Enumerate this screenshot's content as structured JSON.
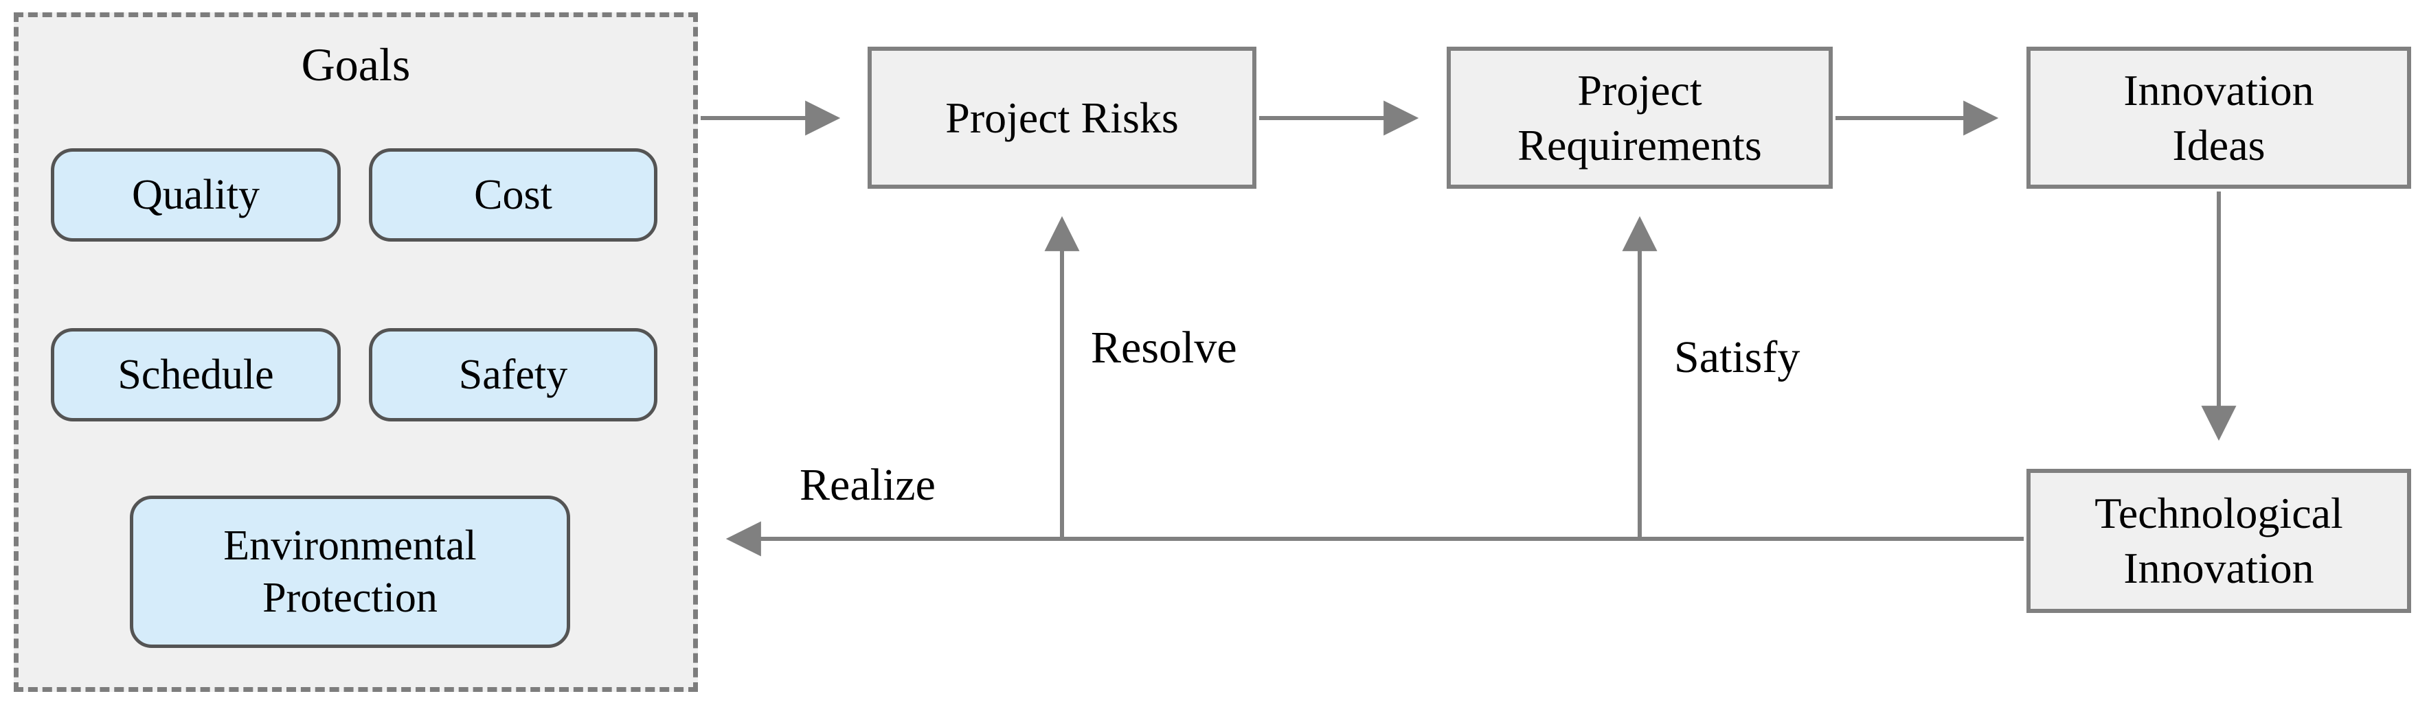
{
  "diagram_title": "Goals / Project Risks / Innovation cycle diagram",
  "colors": {
    "background": "#ffffff",
    "panel_fill": "#f0f0f0",
    "panel_dash_border": "#7d7d7d",
    "chip_fill": "#d6ecfa",
    "chip_border": "#545454",
    "node_fill": "#f0f0f0",
    "node_border": "#808080",
    "arrow": "#808080",
    "text": "#000000"
  },
  "goals_panel": {
    "title": "Goals",
    "items": [
      {
        "label": "Quality"
      },
      {
        "label": "Cost"
      },
      {
        "label": "Schedule"
      },
      {
        "label": "Safety"
      },
      {
        "label": "Environmental Protection"
      }
    ]
  },
  "flow_nodes": [
    {
      "id": "project-risks",
      "label": "Project Risks"
    },
    {
      "id": "project-requirements",
      "label": "Project Requirements"
    },
    {
      "id": "innovation-ideas",
      "label": "Innovation Ideas"
    },
    {
      "id": "technological-innovation",
      "label": "Technological Innovation"
    }
  ],
  "edge_labels": [
    {
      "id": "resolve",
      "label": "Resolve"
    },
    {
      "id": "satisfy",
      "label": "Satisfy"
    },
    {
      "id": "realize",
      "label": "Realize"
    }
  ],
  "edges": [
    {
      "from": "Goals",
      "to": "Project Risks",
      "label": ""
    },
    {
      "from": "Project Risks",
      "to": "Project Requirements",
      "label": ""
    },
    {
      "from": "Project Requirements",
      "to": "Innovation Ideas",
      "label": ""
    },
    {
      "from": "Innovation Ideas",
      "to": "Technological Innovation",
      "label": ""
    },
    {
      "from": "Technological Innovation",
      "to": "Goals",
      "label": "Realize"
    },
    {
      "from": "Technological Innovation line",
      "to": "Project Risks",
      "label": "Resolve"
    },
    {
      "from": "Technological Innovation line",
      "to": "Project Requirements",
      "label": "Satisfy"
    }
  ]
}
